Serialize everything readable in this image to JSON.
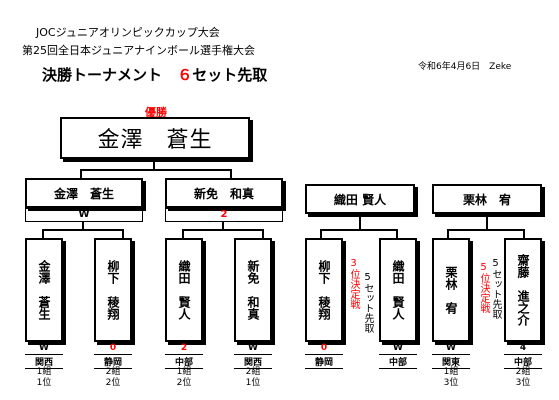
{
  "header": {
    "line1": "JOCジュニアオリンピックカップ大会",
    "line2": "第25回全日本ジュニアナインボール選手権大会",
    "title_prefix": "決勝トーナメント",
    "title_number": "６",
    "title_suffix": "セット先取",
    "date_info": "令和6年4月6日　Zeke"
  },
  "champion": {
    "label": "優勝",
    "name": "金澤　蒼生"
  },
  "semis": [
    {
      "name": "金澤　蒼生",
      "score": "W"
    },
    {
      "name": "新免　和真",
      "score": "2"
    }
  ],
  "other_matches": [
    {
      "name": "織田 賢人"
    },
    {
      "name": "栗林　宥"
    }
  ],
  "players": [
    {
      "name": "金澤　蒼生",
      "score": "W",
      "region": "関西",
      "group": "1組",
      "rank": "1位"
    },
    {
      "name": "柳下　稜翔",
      "score": "0",
      "region": "静岡",
      "group": "2組",
      "rank": "2位"
    },
    {
      "name": "織田　賢人",
      "score": "2",
      "region": "中部",
      "group": "1組",
      "rank": "2位"
    },
    {
      "name": "新免　和真",
      "score": "W",
      "region": "関西",
      "group": "2組",
      "rank": "1位"
    },
    {
      "name": "柳下　稜翔",
      "score": "0",
      "region": "静岡"
    },
    {
      "name": "織田　賢人",
      "score": "W",
      "region": "中部"
    },
    {
      "name": "栗林　宥",
      "score": "W",
      "region": "関東",
      "group": "1組",
      "rank": "3位"
    },
    {
      "name": "齋藤　進之介",
      "score": "4",
      "region": "中部",
      "group": "2組",
      "rank": "3位"
    }
  ],
  "notes": {
    "third_place": "3位決定戦",
    "third_rule": "5セット先取",
    "fifth_place": "5位決定戦",
    "fifth_rule": "5セット先取"
  },
  "colors": {
    "accent_red": "#ff0000",
    "line": "#000000"
  }
}
